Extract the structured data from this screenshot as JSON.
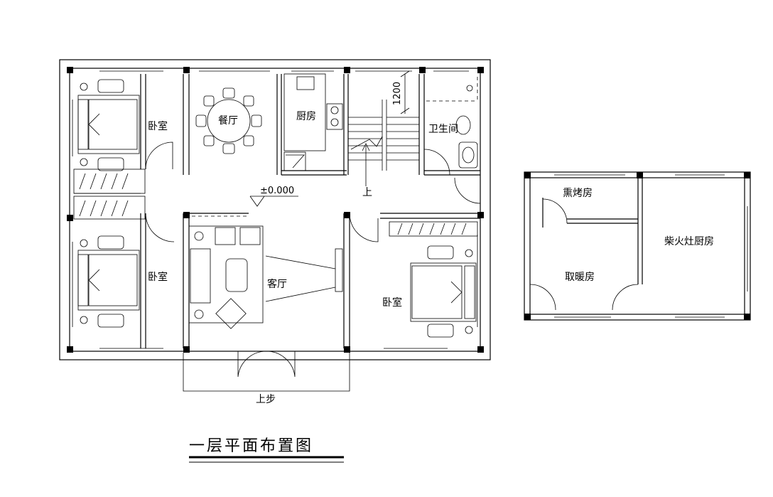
{
  "drawing_title": "一层平面布置图",
  "level_mark": "±0.000",
  "stair_dimension": "1200",
  "rooms": {
    "bedroom_top_left": "卧室",
    "bedroom_bottom_left": "卧室",
    "bedroom_right": "卧室",
    "dining": "餐厅",
    "kitchen": "厨房",
    "bathroom": "卫生间",
    "living": "客厅",
    "stair_up": "上",
    "entry_steps": "上步",
    "smoke_room": "熏烤房",
    "heating_room": "取暖房",
    "firewood_kitchen": "柴火灶厨房"
  }
}
